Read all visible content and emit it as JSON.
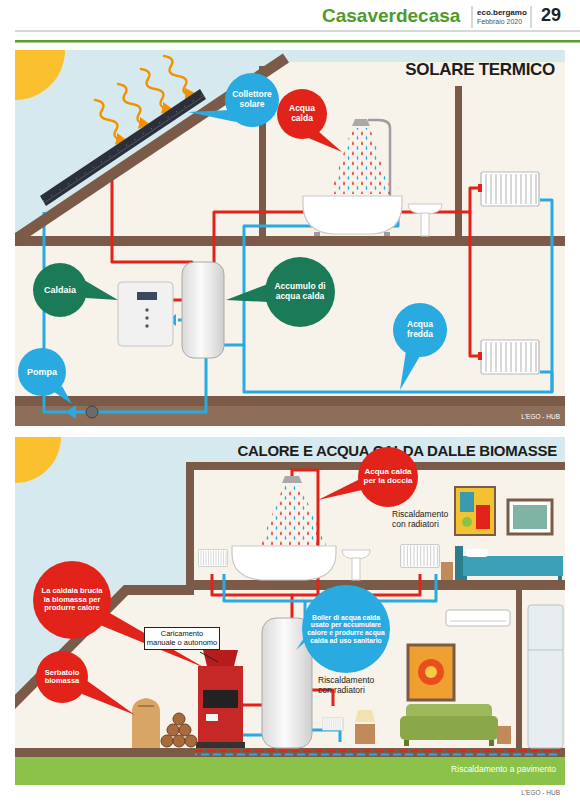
{
  "diagram": {
    "nodes": [
      {
        "text": [
          "SOLARE TERMICO"
        ]
      },
      {
        "text": [
          "Collettore solare"
        ],
        "in": 0
      },
      {
        "text": [
          "Acqua calda"
        ],
        "in": 0
      },
      {
        "text": [
          "Caldaia"
        ],
        "in": 0
      },
      {
        "text": [
          "Accumulo di acqua calda"
        ],
        "in": 0
      },
      {
        "text": [
          "Acqua fredda"
        ],
        "in": 0
      },
      {
        "text": [
          "Pompa"
        ],
        "in": 0
      },
      {
        "text": [
          "CALORE E ACQUA CALDA DALLE BIOMASSE"
        ]
      },
      {
        "text": [
          "Acqua calda per la doccia"
        ],
        "in": 7
      },
      {
        "text": [
          "La caldaia brucia la biomassa per produrre calore"
        ],
        "in": 7
      },
      {
        "text": [
          "Caricamento manuale o autonomo"
        ],
        "in": 7
      },
      {
        "text": [
          "Boiler di acqua calda usato per accumulare calore e produrre acqua calda ad uso sanitario"
        ],
        "in": 7
      },
      {
        "text": [
          "Serbatoio biomassa"
        ],
        "in": 7
      }
    ],
    "labels": [
      "Casaverdecasa",
      "eco.bergamo",
      "Febbraio 2020",
      "29",
      "L'EGO - HUB",
      "Riscaldamento con radiatori",
      "Riscaldamento con radiatori",
      "Riscaldamento a pavimento",
      "L'EGO - HUB"
    ]
  }
}
